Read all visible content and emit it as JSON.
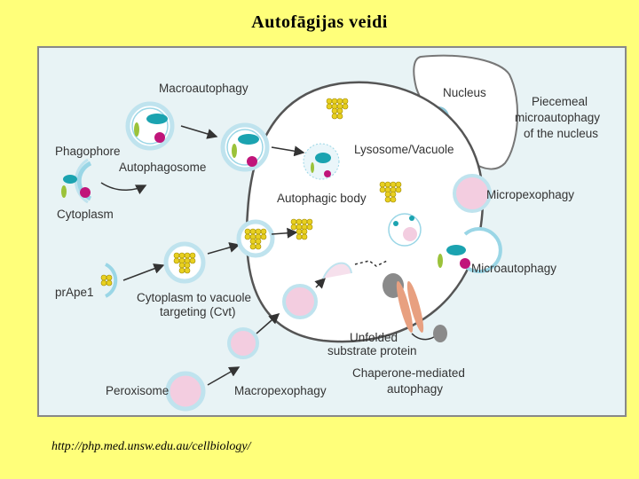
{
  "title": "Autofāgijas veidi",
  "source_url": "http://php.med.unsw.edu.au/cellbiology/",
  "diagram": {
    "labels": {
      "macroautophagy": "Macroautophagy",
      "phagophore": "Phagophore",
      "autophagosome": "Autophagosome",
      "cytoplasm": "Cytoplasm",
      "prape1": "prApe1",
      "cvt_line1": "Cytoplasm to vacuole",
      "cvt_line2": "targeting (Cvt)",
      "peroxisome": "Peroxisome",
      "macropexophagy": "Macropexophagy",
      "nucleus": "Nucleus",
      "piecemeal_line1": "Piecemeal",
      "piecemeal_line2": "microautophagy",
      "piecemeal_line3": "of the nucleus",
      "lysosome": "Lysosome/Vacuole",
      "autophagic_body": "Autophagic body",
      "micropexophagy": "Micropexophagy",
      "microautophagy": "Microautophagy",
      "unfolded_line1": "Unfolded",
      "unfolded_line2": "substrate protein",
      "chaperone_line1": "Chaperone-mediated",
      "chaperone_line2": "autophagy"
    },
    "colors": {
      "background": "#ffff7a",
      "panel": "#e8f3f5",
      "vacuole": "#ffffff",
      "vacuole_border": "#555555",
      "membrane_outer": "#bfe3ee",
      "membrane_inner": "#9ad6e6",
      "organelle_teal": "#1ba3b0",
      "organelle_green": "#9bc23a",
      "organelle_magenta": "#c0157a",
      "peroxisome_pink": "#f3cde0",
      "cargo_yellow": "#e8d020",
      "chaperone_orange": "#e8a080",
      "arrow": "#333333"
    }
  }
}
